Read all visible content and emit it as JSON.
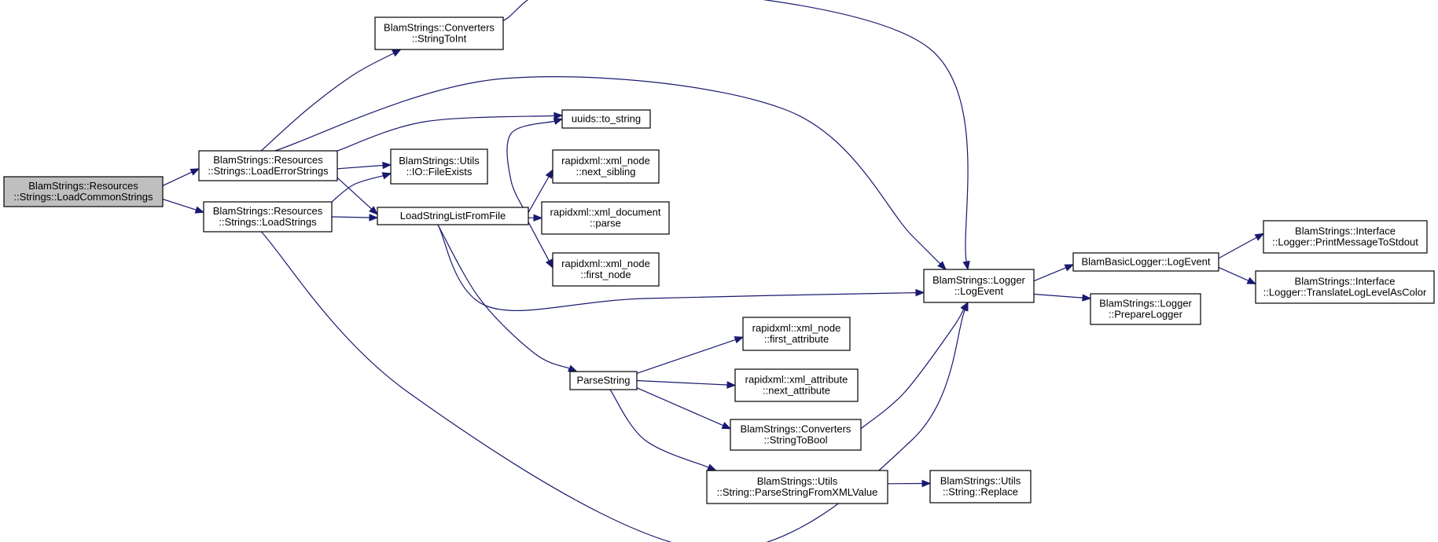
{
  "colors": {
    "edge": "#191970",
    "root_fill": "#bfbfbf",
    "node_fill": "#ffffff",
    "border": "#000000"
  },
  "nodes": [
    {
      "id": "n_loadcommon",
      "lines": [
        "BlamStrings::Resources",
        "::Strings::LoadCommonStrings"
      ],
      "root": true
    },
    {
      "id": "n_loaderror",
      "lines": [
        "BlamStrings::Resources",
        "::Strings::LoadErrorStrings"
      ]
    },
    {
      "id": "n_loadstrings",
      "lines": [
        "BlamStrings::Resources",
        "::Strings::LoadStrings"
      ]
    },
    {
      "id": "n_stringtoint",
      "lines": [
        "BlamStrings::Converters",
        "::StringToInt"
      ]
    },
    {
      "id": "n_uuids",
      "lines": [
        "uuids::to_string"
      ]
    },
    {
      "id": "n_fileexists",
      "lines": [
        "BlamStrings::Utils",
        "::IO::FileExists"
      ]
    },
    {
      "id": "n_loadlist",
      "lines": [
        "LoadStringListFromFile"
      ]
    },
    {
      "id": "n_nextsibling",
      "lines": [
        "rapidxml::xml_node",
        "::next_sibling"
      ]
    },
    {
      "id": "n_parse",
      "lines": [
        "rapidxml::xml_document",
        "::parse"
      ]
    },
    {
      "id": "n_firstnode",
      "lines": [
        "rapidxml::xml_node",
        "::first_node"
      ]
    },
    {
      "id": "n_parsestring",
      "lines": [
        "ParseString"
      ]
    },
    {
      "id": "n_firstattr",
      "lines": [
        "rapidxml::xml_node",
        "::first_attribute"
      ]
    },
    {
      "id": "n_nextattr",
      "lines": [
        "rapidxml::xml_attribute",
        "::next_attribute"
      ]
    },
    {
      "id": "n_stringtobool",
      "lines": [
        "BlamStrings::Converters",
        "::StringToBool"
      ]
    },
    {
      "id": "n_parsexml",
      "lines": [
        "BlamStrings::Utils",
        "::String::ParseStringFromXMLValue"
      ]
    },
    {
      "id": "n_replace",
      "lines": [
        "BlamStrings::Utils",
        "::String::Replace"
      ]
    },
    {
      "id": "n_logevent",
      "lines": [
        "BlamStrings::Logger",
        "::LogEvent"
      ]
    },
    {
      "id": "n_basiclog",
      "lines": [
        "BlamBasicLogger::LogEvent"
      ]
    },
    {
      "id": "n_preparelogger",
      "lines": [
        "BlamStrings::Logger",
        "::PrepareLogger"
      ]
    },
    {
      "id": "n_printmsg",
      "lines": [
        "BlamStrings::Interface",
        "::Logger::PrintMessageToStdout"
      ]
    },
    {
      "id": "n_translate",
      "lines": [
        "BlamStrings::Interface",
        "::Logger::TranslateLogLevelAsColor"
      ]
    }
  ],
  "edges": [
    {
      "from": "n_loadcommon",
      "to": "n_loaderror"
    },
    {
      "from": "n_loadcommon",
      "to": "n_loadstrings"
    },
    {
      "from": "n_loaderror",
      "to": "n_stringtoint"
    },
    {
      "from": "n_loaderror",
      "to": "n_logevent"
    },
    {
      "from": "n_loaderror",
      "to": "n_uuids"
    },
    {
      "from": "n_loaderror",
      "to": "n_fileexists"
    },
    {
      "from": "n_loaderror",
      "to": "n_loadlist"
    },
    {
      "from": "n_loadstrings",
      "to": "n_fileexists"
    },
    {
      "from": "n_loadstrings",
      "to": "n_loadlist"
    },
    {
      "from": "n_loadstrings",
      "to": "n_logevent"
    },
    {
      "from": "n_stringtoint",
      "to": "n_logevent"
    },
    {
      "from": "n_loadlist",
      "to": "n_uuids"
    },
    {
      "from": "n_loadlist",
      "to": "n_nextsibling"
    },
    {
      "from": "n_loadlist",
      "to": "n_parse"
    },
    {
      "from": "n_loadlist",
      "to": "n_firstnode"
    },
    {
      "from": "n_loadlist",
      "to": "n_logevent"
    },
    {
      "from": "n_loadlist",
      "to": "n_parsestring"
    },
    {
      "from": "n_parsestring",
      "to": "n_firstattr"
    },
    {
      "from": "n_parsestring",
      "to": "n_nextattr"
    },
    {
      "from": "n_parsestring",
      "to": "n_stringtobool"
    },
    {
      "from": "n_parsestring",
      "to": "n_parsexml"
    },
    {
      "from": "n_stringtobool",
      "to": "n_logevent"
    },
    {
      "from": "n_parsexml",
      "to": "n_replace"
    },
    {
      "from": "n_logevent",
      "to": "n_basiclog"
    },
    {
      "from": "n_logevent",
      "to": "n_preparelogger"
    },
    {
      "from": "n_basiclog",
      "to": "n_printmsg"
    },
    {
      "from": "n_basiclog",
      "to": "n_translate"
    }
  ]
}
